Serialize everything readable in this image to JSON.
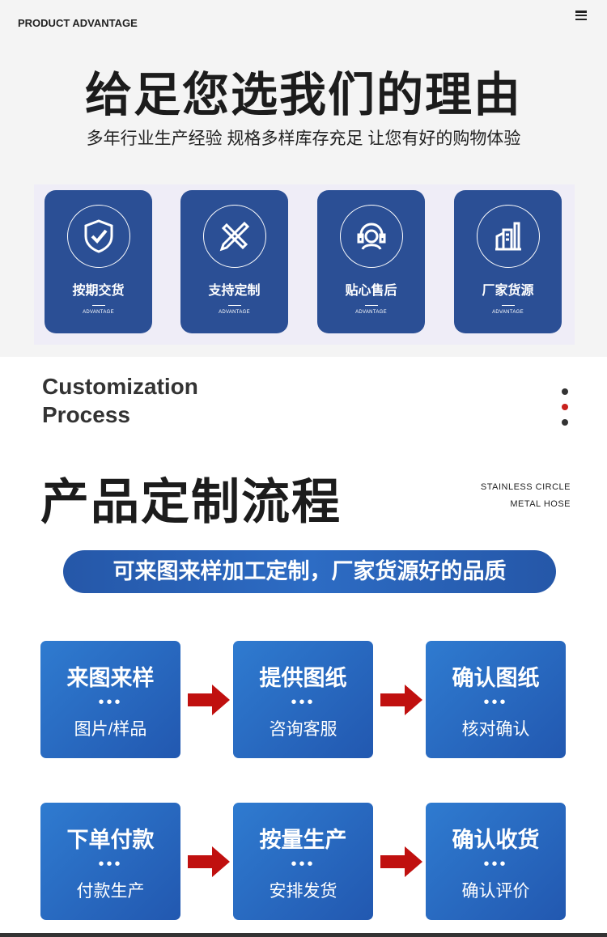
{
  "header": {
    "eyebrow": "PRODUCT ADVANTAGE",
    "menu_icon": "hamburger-icon"
  },
  "hero": {
    "title": "给足您选我们的理由",
    "subtitle": "多年行业生产经验 规格多样库存充足 让您有好的购物体验"
  },
  "advantages": [
    {
      "title": "按期交货",
      "label": "ADVANTAGE",
      "icon": "shield-check-icon"
    },
    {
      "title": "支持定制",
      "label": "ADVANTAGE",
      "icon": "pencil-ruler-icon"
    },
    {
      "title": "贴心售后",
      "label": "ADVANTAGE",
      "icon": "headset-icon"
    },
    {
      "title": "厂家货源",
      "label": "ADVANTAGE",
      "icon": "factory-icon"
    }
  ],
  "process": {
    "en_line1": "Customization",
    "en_line2": "Process",
    "title": "产品定制流程",
    "tag_line1": "STAINLESS CIRCLE",
    "tag_line2": "METAL HOSE",
    "banner": "可来图来样加工定制，厂家货源好的品质",
    "dots": "•••",
    "steps": [
      {
        "title": "来图来样",
        "sub": "图片/样品"
      },
      {
        "title": "提供图纸",
        "sub": "咨询客服"
      },
      {
        "title": "确认图纸",
        "sub": "核对确认"
      },
      {
        "title": "下单付款",
        "sub": "付款生产"
      },
      {
        "title": "按量生产",
        "sub": "安排发货"
      },
      {
        "title": "确认收货",
        "sub": "确认评价"
      }
    ]
  },
  "colors": {
    "card": "#2b4f95",
    "step": "#2a6cc4",
    "arrow": "#c0100f",
    "accent_dot": "#c8201c"
  }
}
